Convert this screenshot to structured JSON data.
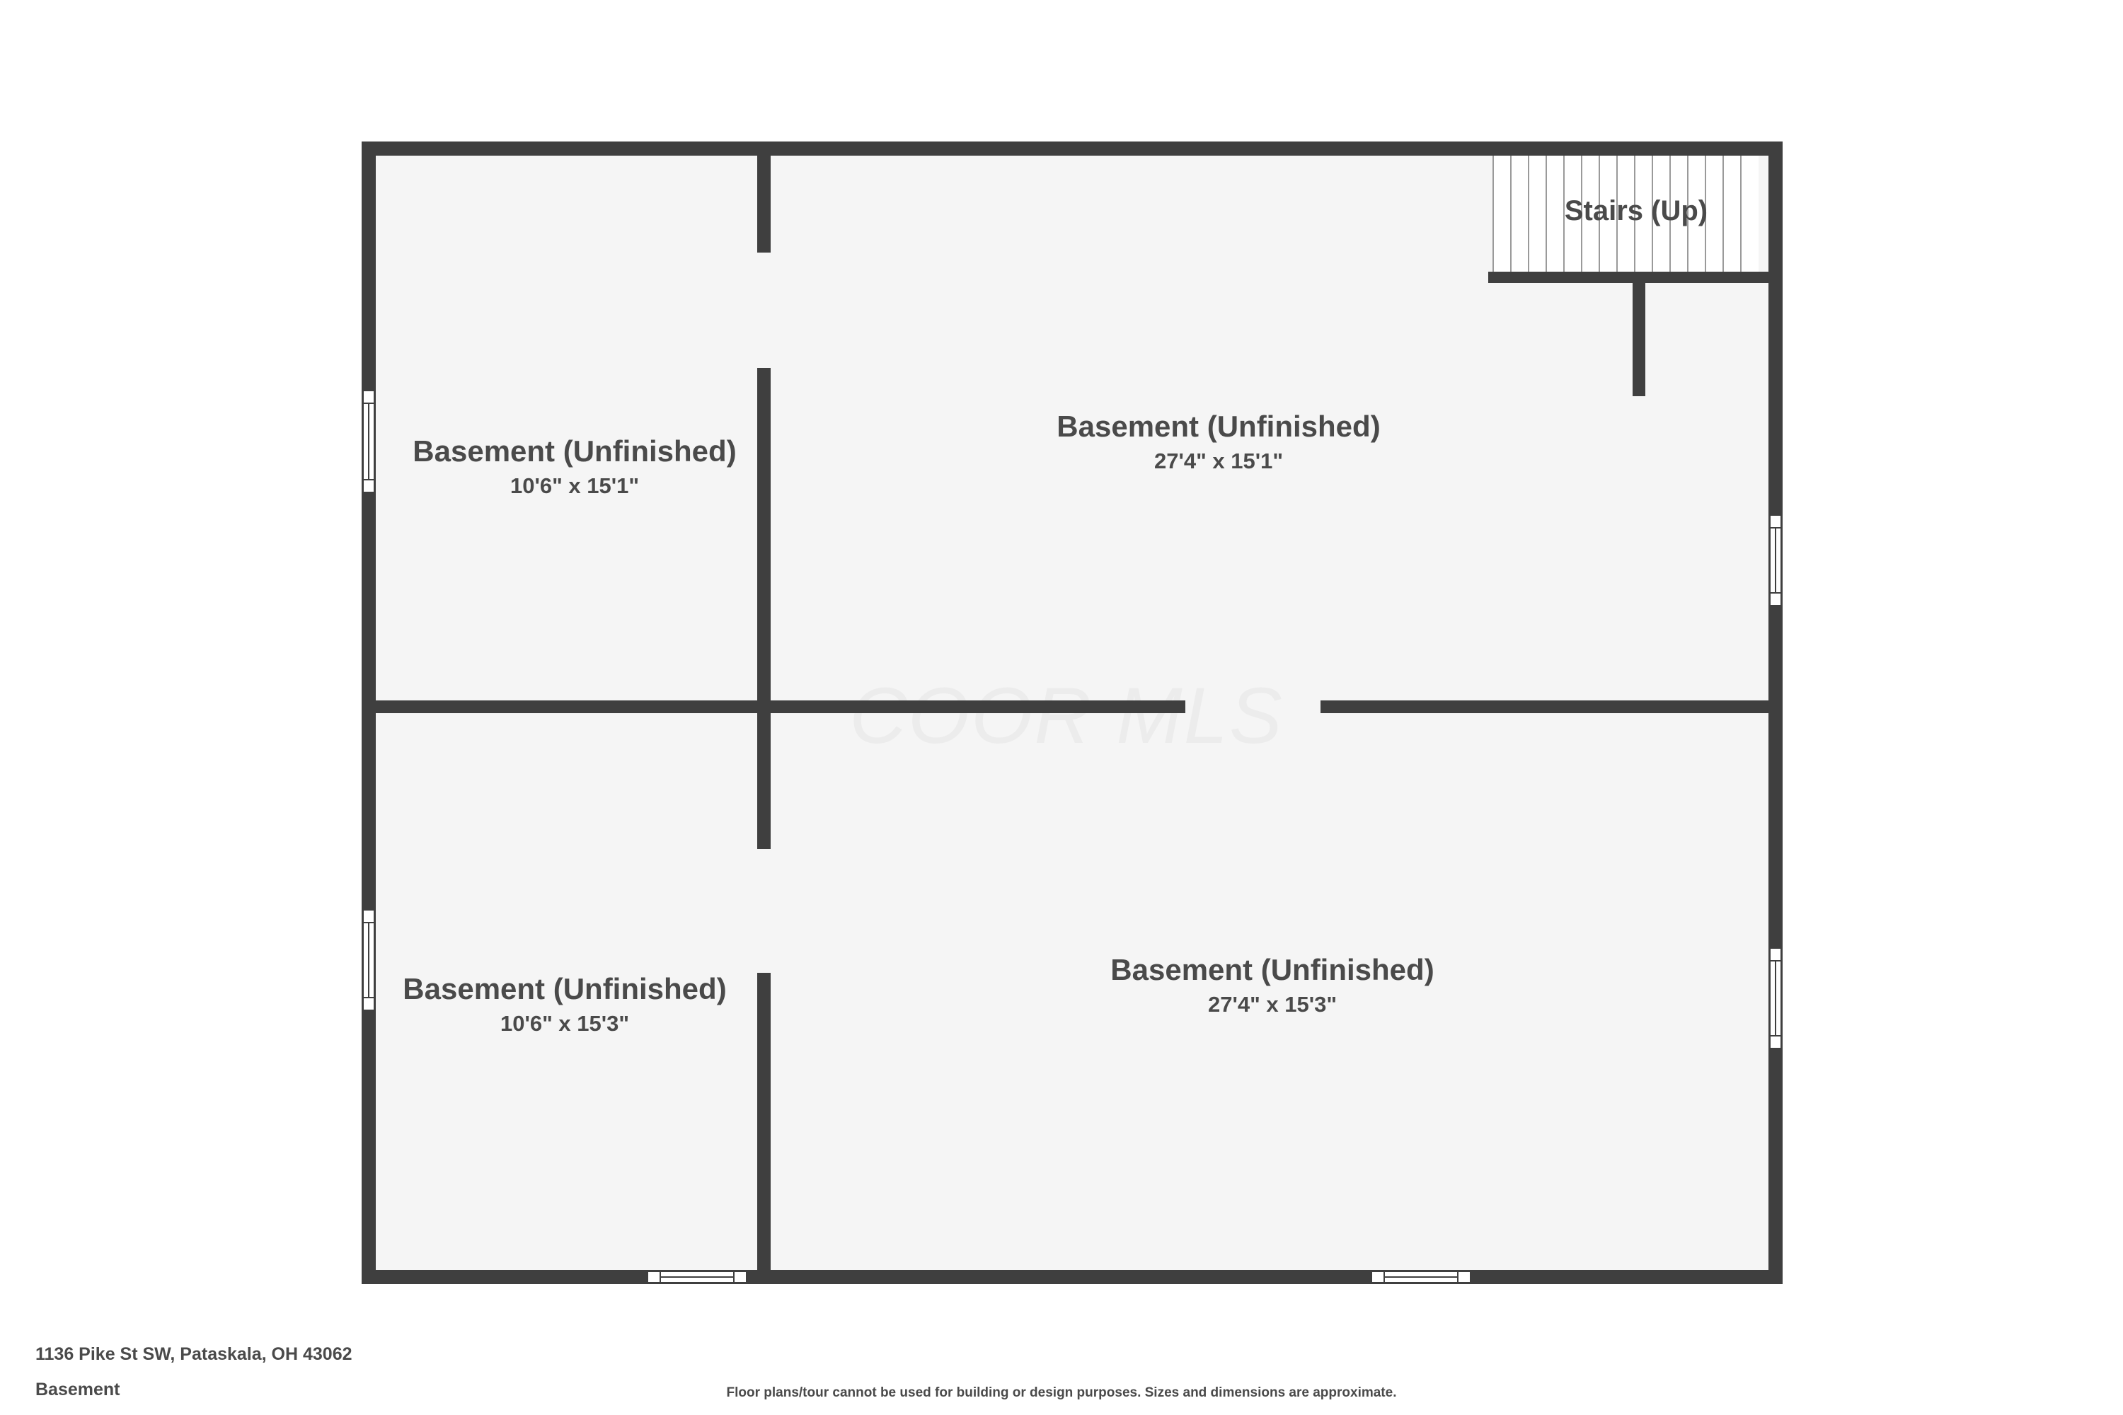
{
  "watermark": "COOR MLS",
  "rooms": [
    {
      "name": "Basement (Unfinished)",
      "dimensions": "10'6\" x 15'1\""
    },
    {
      "name": "Basement (Unfinished)",
      "dimensions": "27'4\" x 15'1\""
    },
    {
      "name": "Basement (Unfinished)",
      "dimensions": "10'6\" x 15'3\""
    },
    {
      "name": "Basement (Unfinished)",
      "dimensions": "27'4\" x 15'3\""
    }
  ],
  "stairs": {
    "label": "Stairs (Up)"
  },
  "footer": {
    "address": "1136 Pike St SW, Pataskala, OH 43062",
    "level": "Basement",
    "disclaimer": "Floor plans/tour cannot be used for building or design purposes. Sizes and dimensions are approximate."
  },
  "colors": {
    "wall": "#3f3f3f",
    "floor": "#f5f5f5",
    "text": "#4a4a4a"
  }
}
